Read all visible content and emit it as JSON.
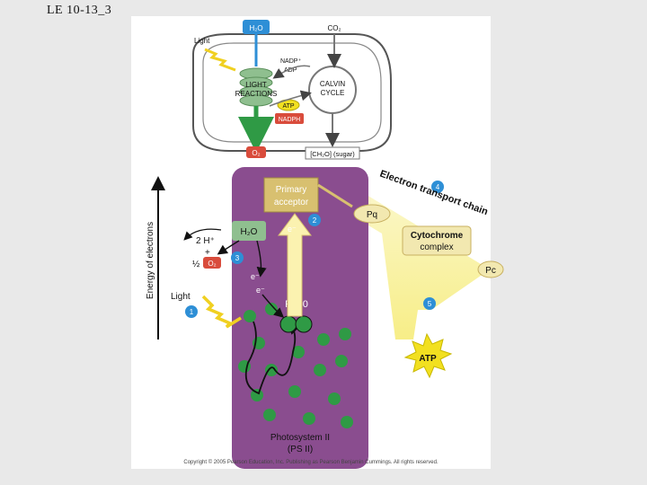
{
  "slide": {
    "title": "LE 10-13_3"
  },
  "chloroplast": {
    "h2o": "H₂O",
    "co2": "CO₂",
    "light": "Light",
    "nadp_plus": "NADP⁺",
    "adp": "ADP",
    "light_reactions_1": "LIGHT",
    "light_reactions_2": "REACTIONS",
    "calvin_1": "CALVIN",
    "calvin_2": "CYCLE",
    "atp": "ATP",
    "nadph": "NADPH",
    "o2": "O₂",
    "sugar": "[CH₂O] (sugar)"
  },
  "photosystem": {
    "y_axis_label": "Energy of electrons",
    "primary_acceptor_1": "Primary",
    "primary_acceptor_2": "acceptor",
    "h2o": "H₂O",
    "two_h_plus": "2 H⁺",
    "plus": "+",
    "half": "½",
    "o2": "O₂",
    "light": "Light",
    "electron": "e⁻",
    "p680": "P680",
    "ps_name_1": "Photosystem II",
    "ps_name_2": "(PS II)",
    "step_1": "1",
    "step_2": "2",
    "step_3": "3",
    "step_4": "4",
    "step_5": "5"
  },
  "etc": {
    "label": "Electron transport chain",
    "pq": "Pq",
    "cytochrome_1": "Cytochrome",
    "cytochrome_2": "complex",
    "pc": "Pc",
    "atp": "ATP"
  },
  "copyright": "Copyright © 2005 Pearson Education, Inc. Publishing as Pearson Benjamin Cummings. All rights reserved.",
  "colors": {
    "photosystem": "#8a4d8f",
    "chlorophyll": "#2f9a45",
    "step_badge": "#2e8fd6",
    "acceptor": "#d8c070",
    "atp": "#f2e020",
    "energy_glow": "#fbf2b0"
  }
}
